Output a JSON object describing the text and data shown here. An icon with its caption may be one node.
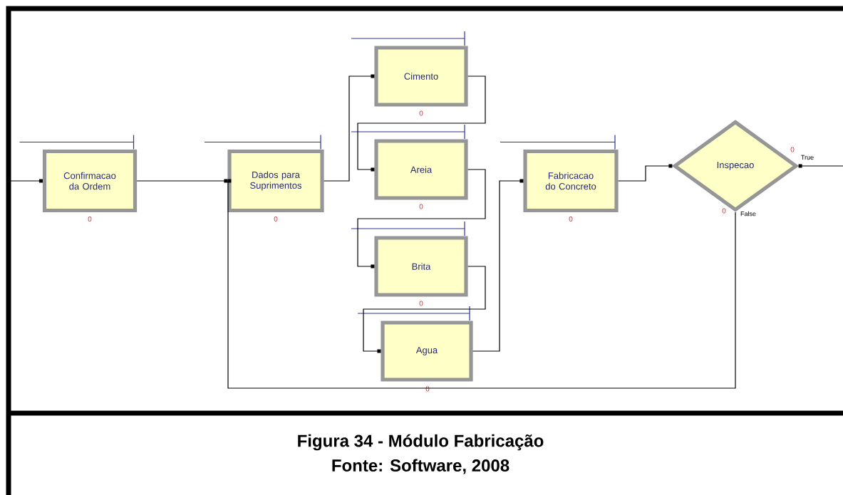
{
  "diagram": {
    "caption": "Figura 34 - Módulo Fabricação",
    "nodes": [
      {
        "text": [
          "Confirmacao da Ordem"
        ],
        "beside": [
          "0"
        ]
      },
      {
        "text": [
          "Dados para Suprimentos"
        ],
        "beside": [
          "0"
        ]
      },
      {
        "text": [
          "Cimento"
        ],
        "beside": [
          "0"
        ]
      },
      {
        "text": [
          "Areia"
        ],
        "beside": [
          "0"
        ]
      },
      {
        "text": [
          "Brita"
        ],
        "beside": [
          "0"
        ]
      },
      {
        "text": [
          "Agua"
        ],
        "beside": [
          "0"
        ]
      },
      {
        "text": [
          "Fabricacao do Concreto"
        ],
        "beside": [
          "0"
        ]
      },
      {
        "text": [
          "Inspecao"
        ],
        "beside": [
          "0",
          "0"
        ]
      }
    ],
    "edges": [
      {
        "from": null,
        "to": 0,
        "arrow": "other"
      },
      {
        "from": 0,
        "to": 1,
        "arrow": "other"
      },
      {
        "from": 1,
        "to": 2,
        "arrow": "other"
      },
      {
        "from": 2,
        "to": 3,
        "arrow": "other"
      },
      {
        "from": 3,
        "to": 4,
        "arrow": "other"
      },
      {
        "from": 4,
        "to": 5,
        "arrow": "other"
      },
      {
        "from": 5,
        "to": 6,
        "arrow": "other"
      },
      {
        "from": 6,
        "to": 7,
        "arrow": "other"
      },
      {
        "from": 7,
        "to": null,
        "arrow": "other",
        "label": "True"
      },
      {
        "from": 7,
        "to": 1,
        "arrow": "other",
        "label": "False"
      }
    ],
    "labels": [
      "Fonte: Software, 2008"
    ]
  }
}
